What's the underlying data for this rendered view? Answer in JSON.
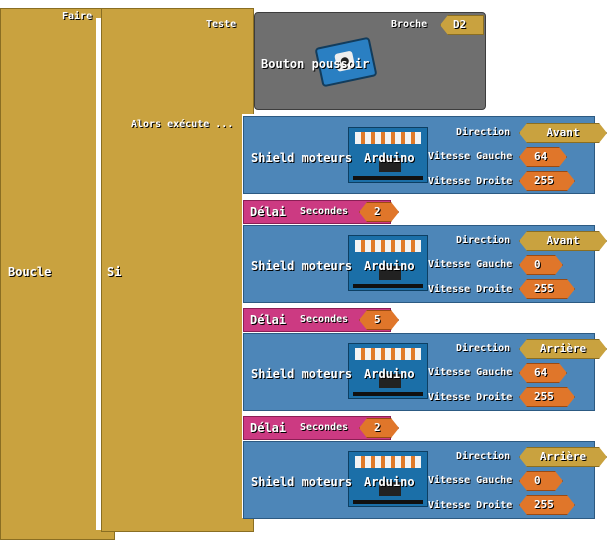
{
  "loop": {
    "do_label": "Faire",
    "name": "Boucle"
  },
  "if_block": {
    "test_label": "Teste",
    "then_label": "Alors exécute ...",
    "name": "Si"
  },
  "button_block": {
    "pin_label": "Broche",
    "pin_value": "D2",
    "name": "Bouton poussoir"
  },
  "motor_labels": {
    "name": "Shield moteurs",
    "overlay": "Arduino",
    "direction": "Direction",
    "left_speed": "Vitesse Gauche",
    "right_speed": "Vitesse Droite"
  },
  "motors": [
    {
      "direction": "Avant",
      "left": "64",
      "right": "255"
    },
    {
      "direction": "Avant",
      "left": "0",
      "right": "255"
    },
    {
      "direction": "Arrière",
      "left": "64",
      "right": "255"
    },
    {
      "direction": "Arrière",
      "left": "0",
      "right": "255"
    }
  ],
  "delay_labels": {
    "name": "Délai",
    "unit": "Secondes"
  },
  "delays": [
    {
      "value": "2"
    },
    {
      "value": "5"
    },
    {
      "value": "2"
    }
  ],
  "colors": {
    "loop": "#c9a23f",
    "motor": "#4d86b8",
    "delay": "#cc3a82",
    "number": "#e0762a",
    "button": "#6f6f6f"
  }
}
